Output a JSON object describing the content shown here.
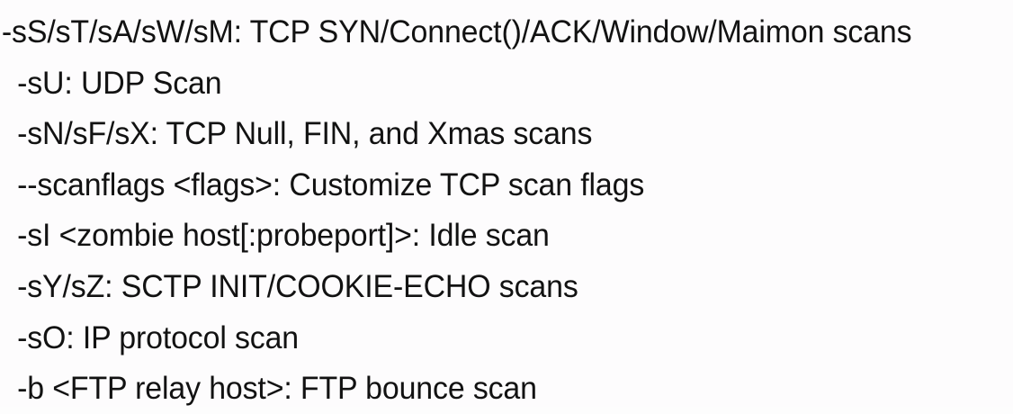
{
  "slide": {
    "background_color": "#fdfcfd",
    "text_color": "#121212",
    "options": [
      {
        "id": "tcp-syn-connect-ack-window-maimon",
        "text": "-sS/sT/sA/sW/sM: TCP SYN/Connect()/ACK/Window/Maimon scans",
        "indent": "flush"
      },
      {
        "id": "udp-scan",
        "text": "-sU: UDP Scan",
        "indent": "indent"
      },
      {
        "id": "tcp-null-fin-xmas",
        "text": "-sN/sF/sX: TCP Null, FIN, and Xmas scans",
        "indent": "indent"
      },
      {
        "id": "scanflags",
        "text": "--scanflags <flags>: Customize TCP scan flags",
        "indent": "indent"
      },
      {
        "id": "idle-scan",
        "text": "-sI <zombie host[:probeport]>: Idle scan",
        "indent": "indent"
      },
      {
        "id": "sctp-init-cookie-echo",
        "text": "-sY/sZ: SCTP INIT/COOKIE-ECHO scans",
        "indent": "indent"
      },
      {
        "id": "ip-protocol-scan",
        "text": "-sO: IP protocol scan",
        "indent": "indent"
      },
      {
        "id": "ftp-bounce-scan",
        "text": "-b <FTP relay host>: FTP bounce scan",
        "indent": "indent"
      }
    ]
  }
}
